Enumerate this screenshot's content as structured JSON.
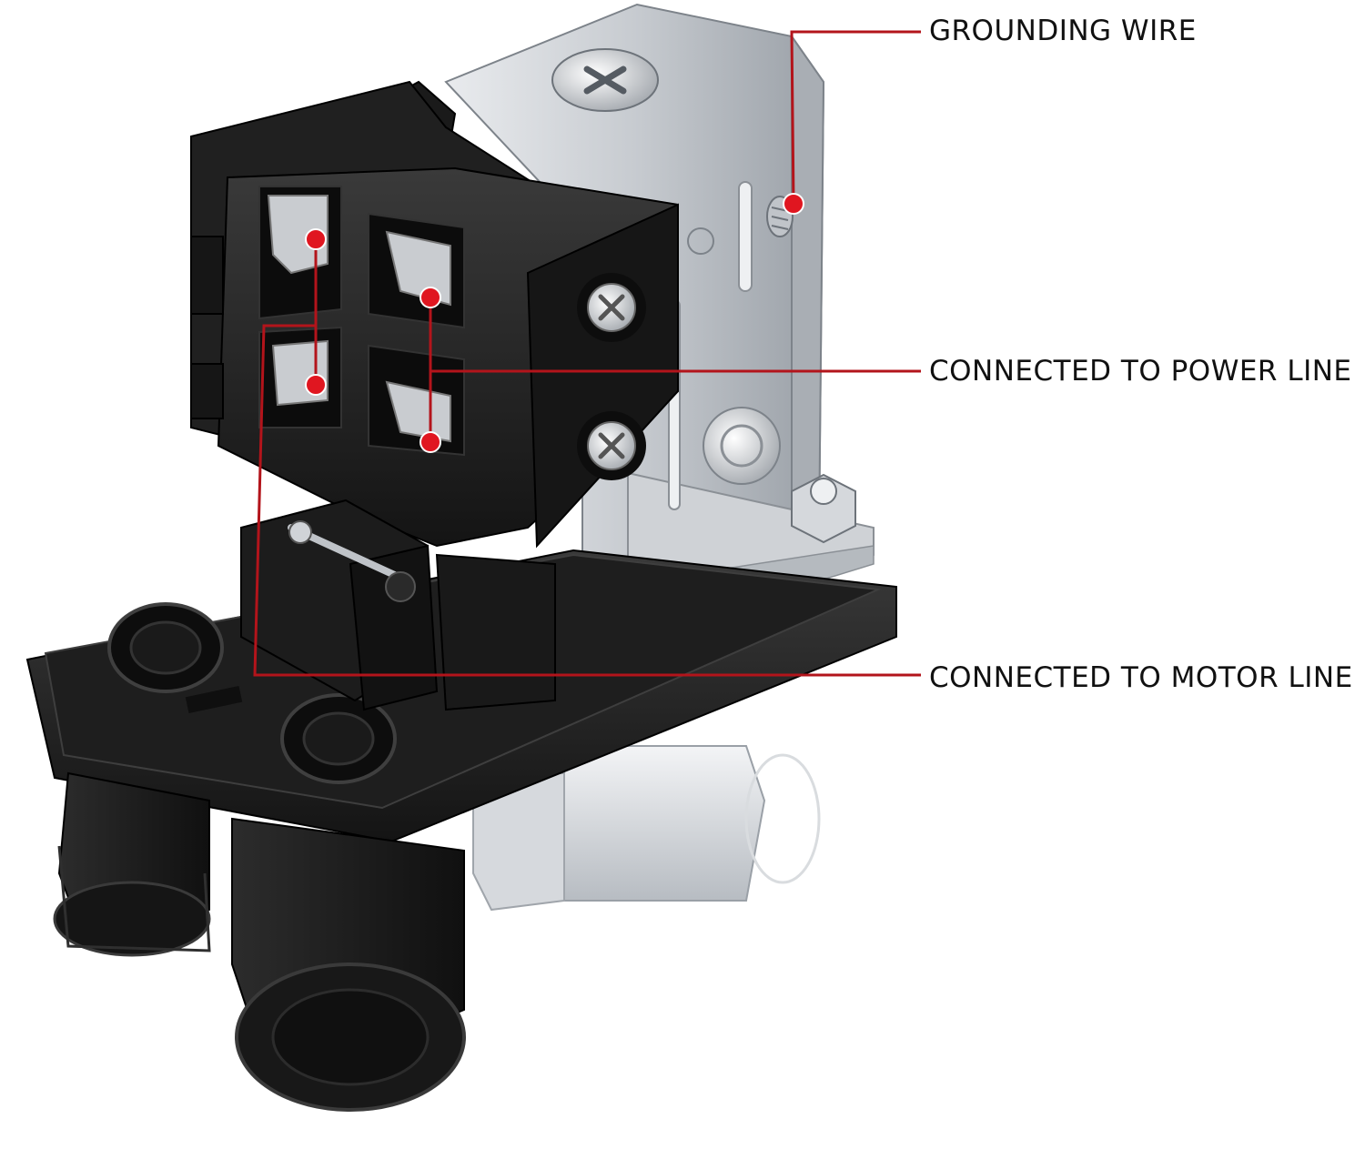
{
  "callouts": {
    "grounding_wire": "GROUNDING WIRE",
    "power_line": "CONNECTED TO POWER LINE",
    "motor_line": "CONNECTED TO MOTOR LINE"
  },
  "colors": {
    "callout_line": "#b3141b",
    "callout_dot": "#e01620",
    "housing_black": "#1b1b1b",
    "metal_silver": "#c9ccd0",
    "label_text": "#111111"
  },
  "icons": {
    "product": "pressure-switch-illustration"
  }
}
